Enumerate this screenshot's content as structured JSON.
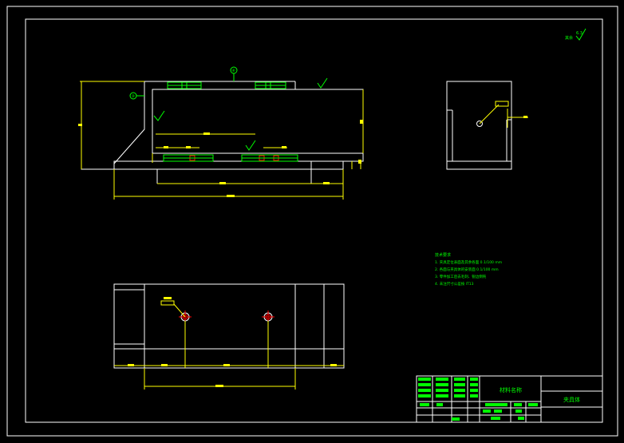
{
  "drawing": {
    "roughness_symbol": "6.3",
    "roughness_remark": "其余",
    "balloons": [
      "④",
      "③"
    ]
  },
  "tech_requirements": {
    "title": "技术要求",
    "items": [
      "1. 夹具定位表面及其余各面 0.1/100 mm",
      "2. 各面与夹具体的安装面 0.1/100 mm",
      "3. 零件加工后去毛刺、锐边倒钝",
      "4. 未注尺寸公差按 IT13"
    ]
  },
  "title_block": {
    "part_name": "材料名称",
    "drawing_name": "夹具体"
  },
  "colors": {
    "border": "#ffffff",
    "dimension": "#ffff00",
    "text": "#00ff00",
    "center_mark": "#ff0000"
  }
}
